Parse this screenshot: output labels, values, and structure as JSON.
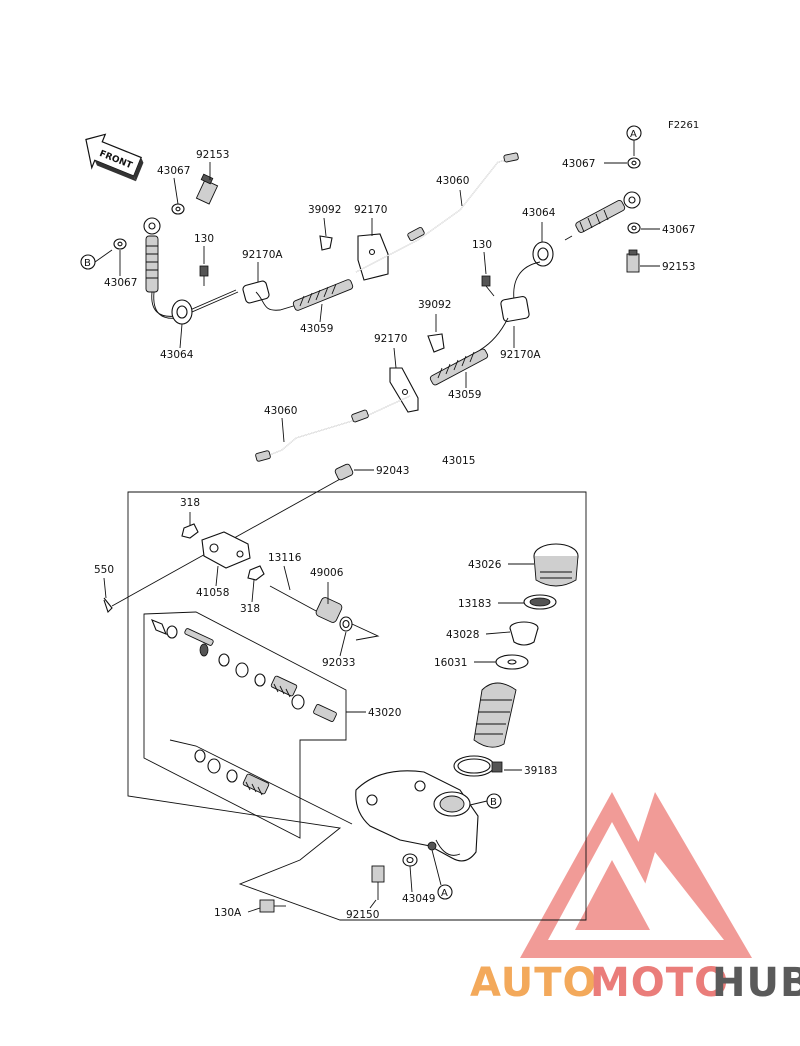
{
  "diagram": {
    "code": "F2261",
    "front_label": "FRONT",
    "ref_a": "A",
    "ref_b": "B",
    "labels": {
      "p92153_tl": "92153",
      "p43067_tl": "43067",
      "p43067_l": "43067",
      "p130_l": "130",
      "p92170A_l": "92170A",
      "p43064_l": "43064",
      "p39092_t": "39092",
      "p92170_t": "92170",
      "p43059_t": "43059",
      "p43060_t": "43060",
      "p43064_r": "43064",
      "p130_r": "130",
      "p43067_tr": "43067",
      "p43067_r": "43067",
      "p92153_r": "92153",
      "p39092_m": "39092",
      "p92170_m": "92170",
      "p92170A_r": "92170A",
      "p43059_m": "43059",
      "p43060_m": "43060",
      "p43015": "43015",
      "p92043": "92043",
      "p318_a": "318",
      "p318_b": "318",
      "p41058": "41058",
      "p550": "550",
      "p13116": "13116",
      "p49006": "49006",
      "p92033": "92033",
      "p43026": "43026",
      "p13183": "13183",
      "p43028": "43028",
      "p16031": "16031",
      "p43020": "43020",
      "p39183": "39183",
      "p43049": "43049",
      "p92150": "92150",
      "p130A": "130A"
    }
  },
  "watermark": {
    "part1": "AUTO",
    "part2": "MOTO",
    "part3": "HUB",
    "colors": {
      "auto": "#f3a95b",
      "moto": "#ea7d7a",
      "hub": "#5a5a5a",
      "triangle": "#ef8a86"
    }
  }
}
